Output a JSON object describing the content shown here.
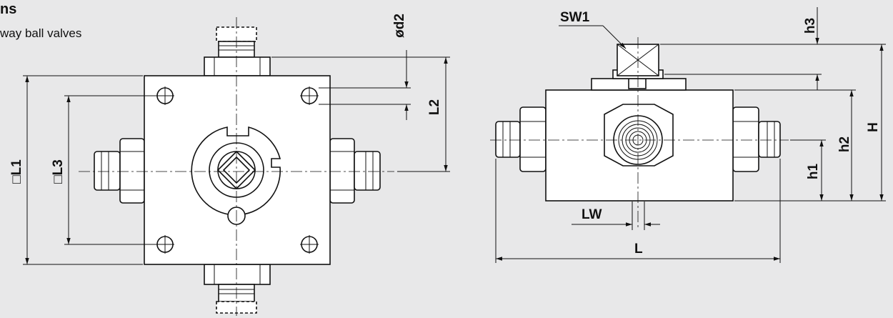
{
  "header": {
    "title": "ns",
    "subtitle": "way ball valves"
  },
  "top_view": {
    "labels": {
      "l1": "□L1",
      "l3": "□L3",
      "l2": "L2",
      "d2": "ød2"
    }
  },
  "side_view": {
    "labels": {
      "sw1": "SW1",
      "h3": "h3",
      "h2": "h2",
      "h1": "h1",
      "h": "H",
      "lw": "LW",
      "l": "L"
    }
  }
}
